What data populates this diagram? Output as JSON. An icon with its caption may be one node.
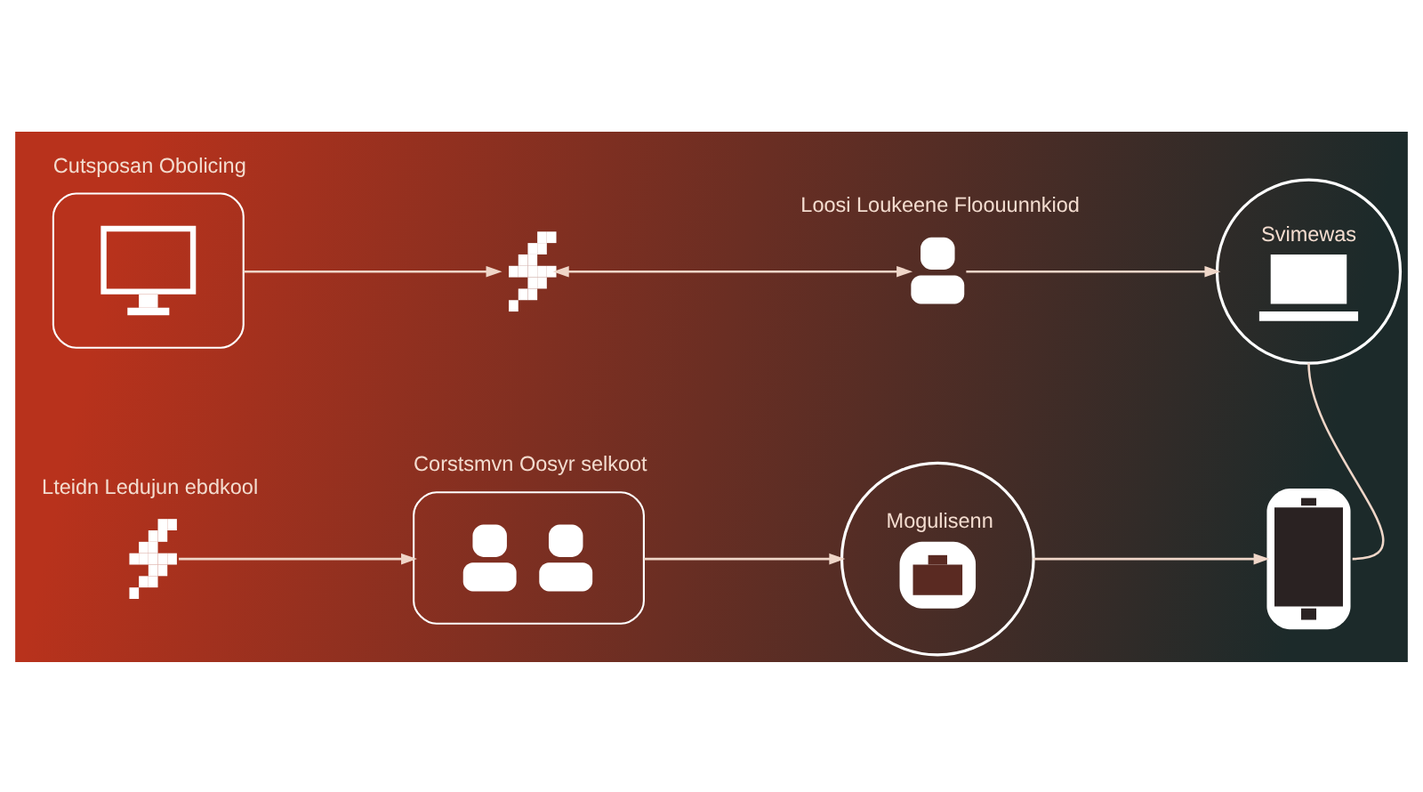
{
  "diagram": {
    "nodes": [
      {
        "text": [
          "Cutsposan Obolicing"
        ]
      },
      {
        "text": [],
        "shape": "picture"
      },
      {
        "text": [
          "Loosi Loukeene Floouunnkiod"
        ]
      },
      {
        "text": [
          "Svimewas"
        ]
      },
      {
        "text": [
          "Lteidn Ledujun ebdkool"
        ]
      },
      {
        "text": [
          "Corstsmvn Oosyr selkoot"
        ]
      },
      {
        "text": [
          "Mogulisenn"
        ]
      },
      {
        "text": [],
        "shape": "picture"
      }
    ],
    "edges": [
      {
        "from": 0,
        "to": 1,
        "arrow": "to"
      },
      {
        "from": 1,
        "to": 2,
        "arrow": "both"
      },
      {
        "from": 2,
        "to": 3,
        "arrow": "to"
      },
      {
        "from": 3,
        "to": 7,
        "arrow": "none"
      },
      {
        "from": 4,
        "to": 5,
        "arrow": "to"
      },
      {
        "from": 5,
        "to": 6,
        "arrow": "to"
      },
      {
        "from": 6,
        "to": 7,
        "arrow": "to"
      }
    ]
  }
}
